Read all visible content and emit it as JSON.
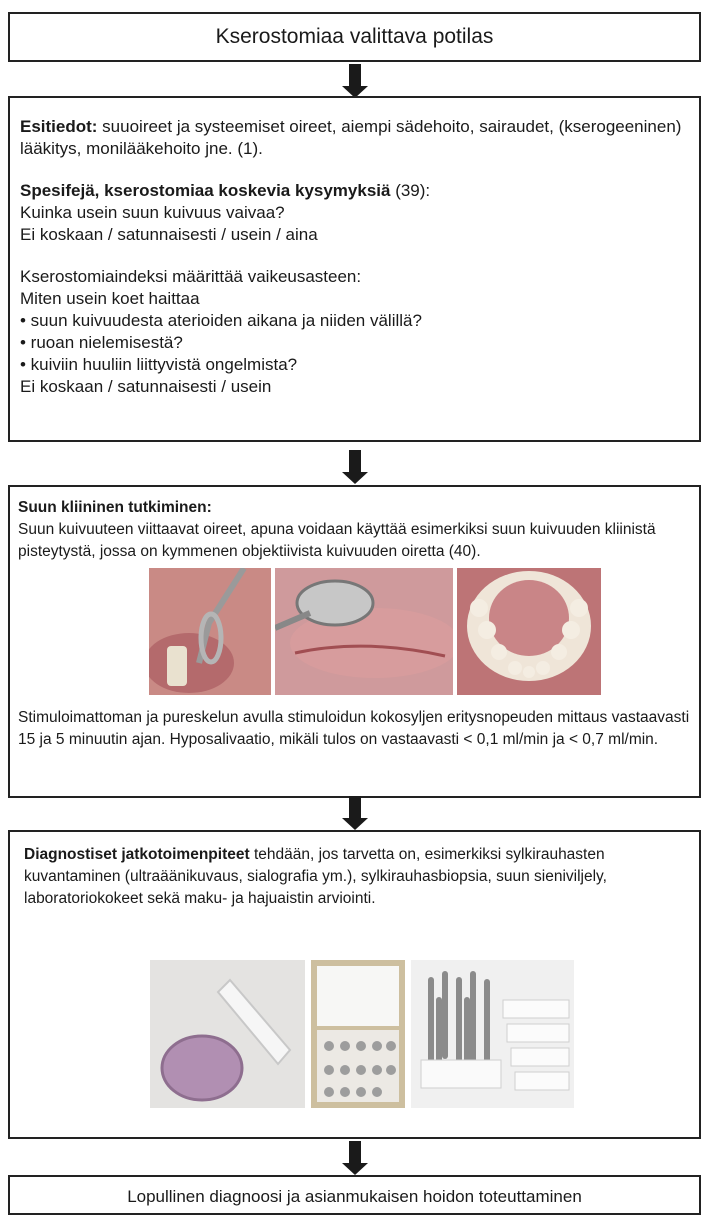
{
  "box1": {
    "text": "Kserostomiaa valittava potilas"
  },
  "box2": {
    "esitiedot_label": "Esitiedot:",
    "esitiedot_text": " suuoireet ja systeemiset oireet, aiempi sädehoito, sairaudet, (kserogeeninen) lääkitys, monilääkehoito jne. (1).",
    "spesifeja_label": "Spesifejä, kserostomiaa koskevia kysymyksiä",
    "spesifeja_ref": " (39):",
    "question": "Kuinka usein suun kuivuus vaivaa?",
    "answers1": "Ei koskaan / satunnaisesti / usein / aina",
    "index_intro": "Kserostomiaindeksi määrittää vaikeusasteen:",
    "index_question": "Miten usein koet haittaa",
    "bullets": [
      "• suun kuivuudesta aterioiden aikana ja niiden välillä?",
      "• ruoan nielemisestä?",
      "• kuiviin huuliin liittyvistä ongelmista?"
    ],
    "answers2": "Ei koskaan / satunnaisesti / usein"
  },
  "box3": {
    "label": "Suun kliininen tutkiminen:",
    "text1": "Suun kuivuuteen viittaavat oireet, apuna voidaan käyttää esimerkiksi suun kuivuuden kliinistä pisteytystä, jossa on kymmenen objektiivista kuivuuden oiretta (40).",
    "text2": "Stimuloimattoman ja pureskelun avulla stimuloidun kokosyljen eritysnopeuden mittaus vastaavasti 15 ja 5 minuutin ajan. Hyposalivaatio, mikäli tulos on vastaavasti < 0,1 ml/min ja < 0,7 ml/min."
  },
  "box4": {
    "label": "Diagnostiset jatkotoimenpiteet",
    "text": " tehdään, jos tarvetta on, esimerkiksi sylkirauhasten kuvantaminen (ultraäänikuvaus, sialografia ym.), sylkirauhasbiopsia, suun sieniviljely, laboratoriokokeet sekä maku- ja hajuaistin arviointi."
  },
  "box5": {
    "text": "Lopullinen diagnoosi ja asianmukaisen hoidon toteuttaminen"
  }
}
